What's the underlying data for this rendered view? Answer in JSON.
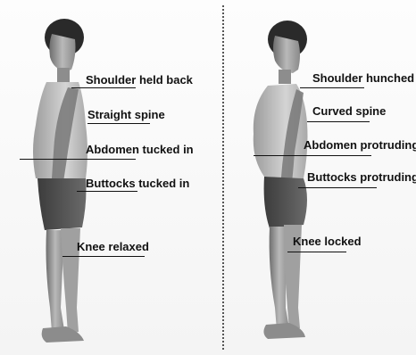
{
  "left_panel": {
    "labels": {
      "shoulder": "Shoulder held back",
      "spine": "Straight spine",
      "abdomen": "Abdomen tucked in",
      "buttocks": "Buttocks tucked in",
      "knee": "Knee relaxed"
    }
  },
  "right_panel": {
    "labels": {
      "shoulder": "Shoulder hunched",
      "spine": "Curved spine",
      "abdomen": "Abdomen protruding",
      "buttocks": "Buttocks protruding",
      "knee": "Knee locked"
    }
  }
}
